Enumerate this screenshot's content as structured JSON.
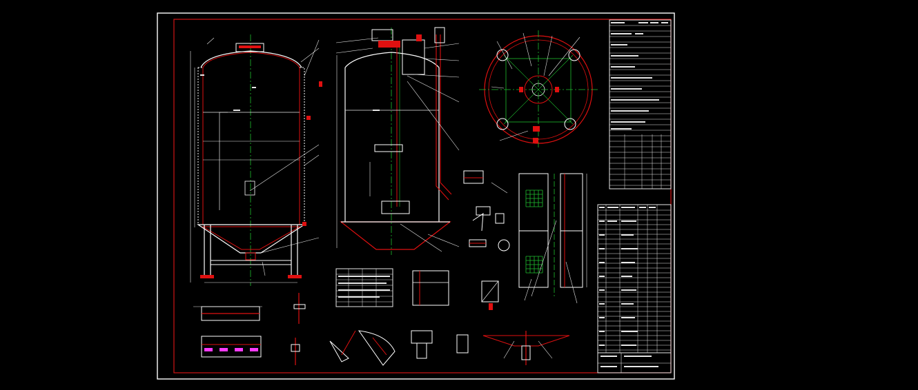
{
  "drawing": {
    "type": "CAD engineering drawing - vertical storage tank",
    "background_color": "#000000",
    "sheet_border_color": "#ffffff",
    "inner_frame_color": "#d01515",
    "tank_shell_color": "#ffffff",
    "tank_liner_color": "#e01010",
    "center_line_color": "#1fbf2f",
    "dimension_color": "#e8e8e8",
    "highlight_color": "#ff3bff",
    "views": [
      "tank-front-elevation",
      "tank-section-elevation",
      "top-plan-view",
      "nozzle-detail",
      "ladder-detail",
      "support-detail",
      "technical-requirements-table",
      "parts-list-table",
      "title-block"
    ]
  }
}
